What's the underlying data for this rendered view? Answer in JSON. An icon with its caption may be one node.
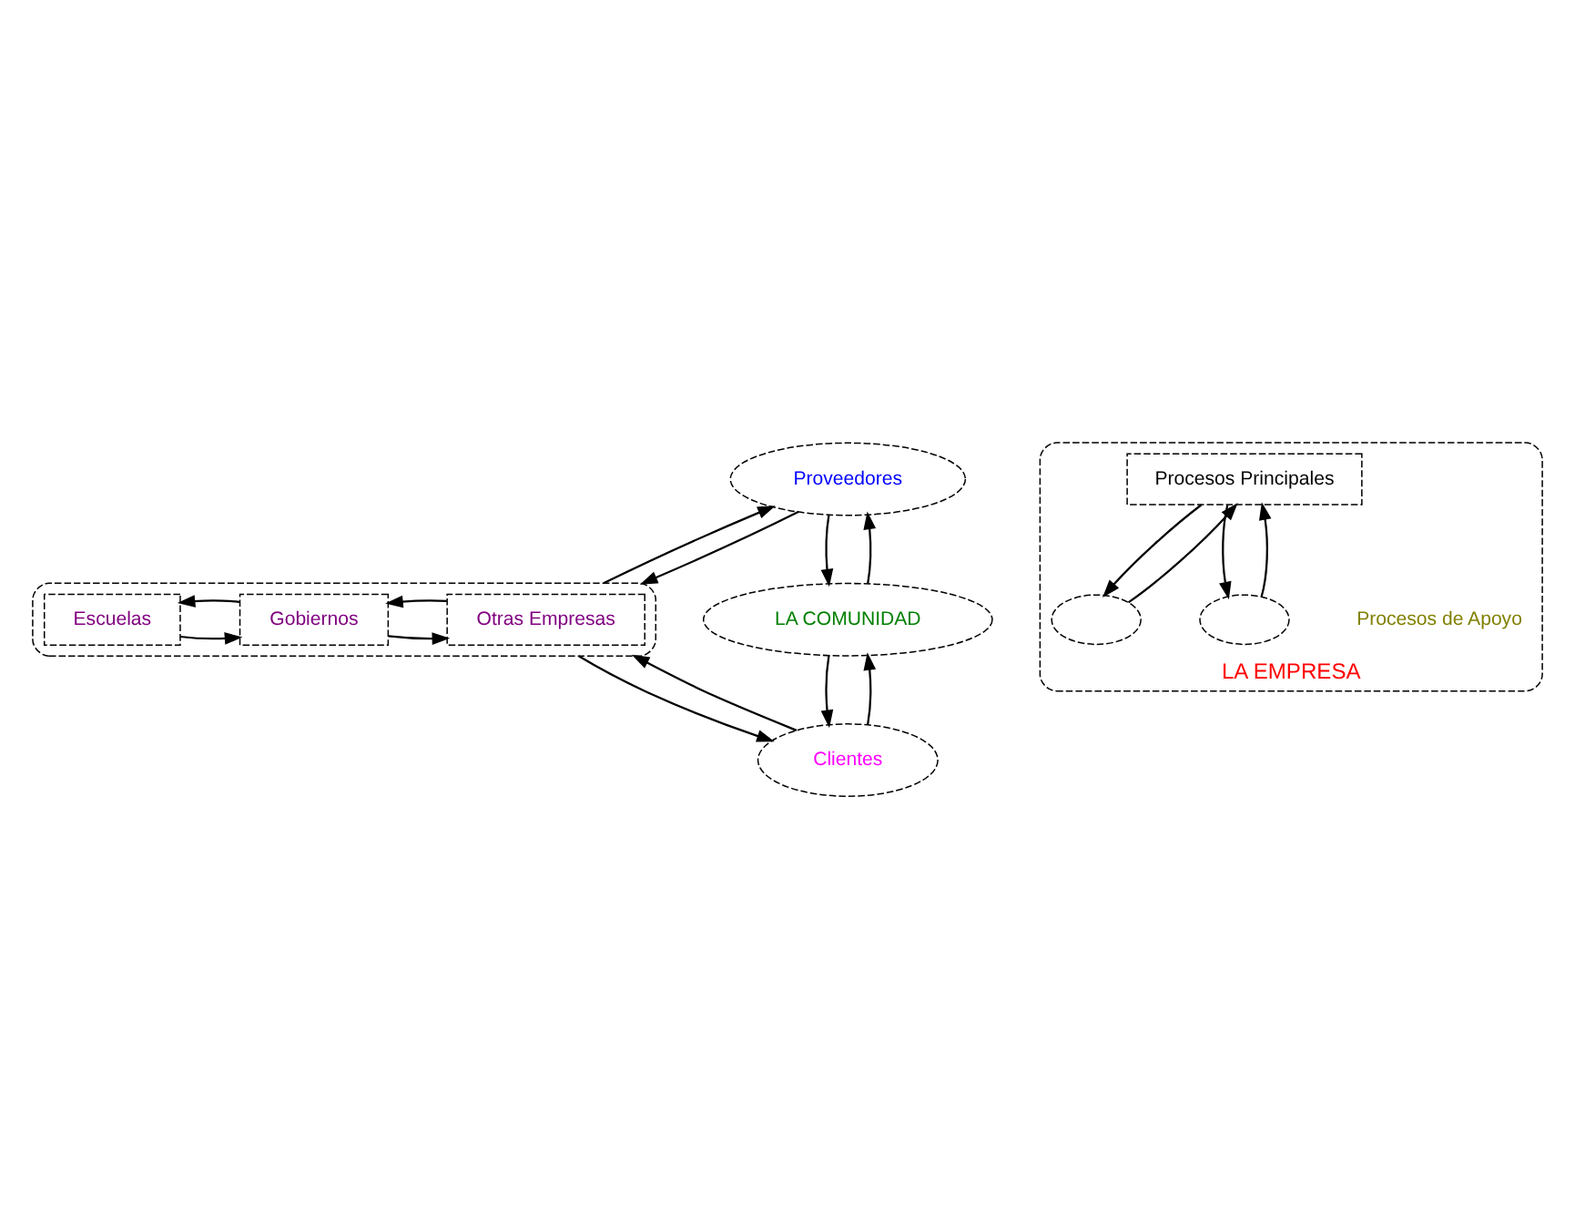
{
  "diagram": {
    "nodes": [
      {
        "text": [],
        "shape": "ellipse"
      },
      {
        "text": [
          "Otras Empresas"
        ],
        "in": 0
      },
      {
        "text": [
          "Gobiernos"
        ],
        "in": 0
      },
      {
        "text": [
          "Escuelas"
        ],
        "in": 0
      },
      {
        "text": [
          "LA EMPRESA"
        ]
      },
      {
        "text": [
          "Procesos Principales"
        ],
        "in": 4
      },
      {
        "text": [
          "Proveedores"
        ]
      },
      {
        "text": [
          "Clientes"
        ]
      },
      {
        "text": [],
        "shape": "ellipse",
        "in": 4
      },
      {
        "text": [],
        "shape": "ellipse",
        "in": 4
      },
      {
        "text": [
          "LA COMUNIDAD"
        ]
      }
    ],
    "edges": [
      {
        "from": 2,
        "to": 1,
        "arrow": "to"
      },
      {
        "from": 1,
        "to": 2,
        "arrow": "to"
      },
      {
        "from": 3,
        "to": 2,
        "arrow": "to"
      },
      {
        "from": 2,
        "to": 3,
        "arrow": "to"
      },
      {
        "from": 0,
        "to": 6,
        "arrow": "to"
      },
      {
        "from": 6,
        "to": 0,
        "arrow": "to"
      },
      {
        "from": 0,
        "to": 7,
        "arrow": "to"
      },
      {
        "from": 7,
        "to": 0,
        "arrow": "to"
      },
      {
        "from": 5,
        "to": 8,
        "arrow": "to"
      },
      {
        "from": 8,
        "to": 5,
        "arrow": "to"
      },
      {
        "from": 5,
        "to": 9,
        "arrow": "to"
      },
      {
        "from": 9,
        "to": 5,
        "arrow": "to"
      },
      {
        "from": 6,
        "to": 10,
        "arrow": "to"
      },
      {
        "from": 10,
        "to": 6,
        "arrow": "to"
      },
      {
        "from": 7,
        "to": 10,
        "arrow": "to"
      },
      {
        "from": 10,
        "to": 7,
        "arrow": "to"
      }
    ],
    "labels": [
      "Procesos de Apoyo"
    ]
  }
}
